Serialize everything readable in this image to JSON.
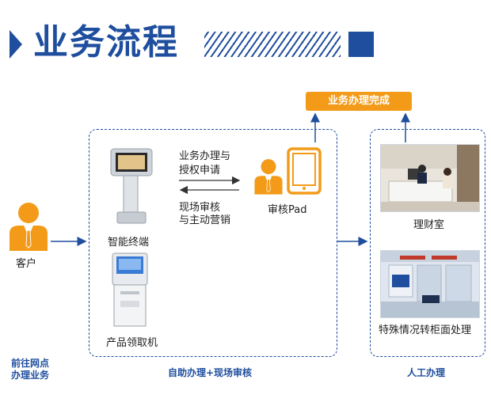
{
  "header": {
    "title": "业务流程"
  },
  "flow": {
    "customer_label": "客户",
    "terminal_label": "智能终端",
    "kiosk_label": "产品领取机",
    "pad_label": "审核Pad",
    "forward_label_line1": "业务办理与",
    "forward_label_line2": "授权申请",
    "back_label_line1": "现场审核",
    "back_label_line2": "与主动营销",
    "finance_room_label": "理财室",
    "counter_label": "特殊情况转柜面处理",
    "done_banner": "业务办理完成"
  },
  "footer": {
    "left_line1": "前往网点",
    "left_line2": "办理业务",
    "self_service": "自助办理+现场审核",
    "manual": "人工办理"
  },
  "colors": {
    "blue": "#1f4e9e",
    "orange": "#f39b19"
  }
}
